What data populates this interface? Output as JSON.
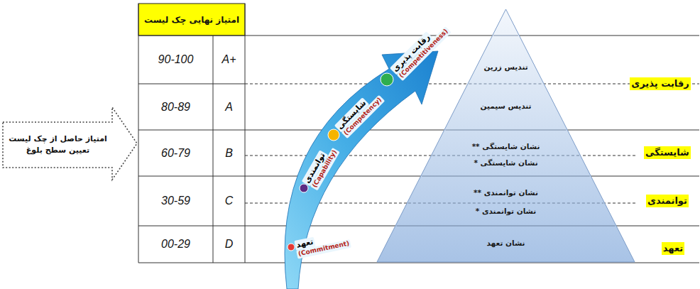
{
  "diagram": {
    "nodes": [
      {
        "text": [
          "امتیاز حاصل از چک لیست تعیین سطح بلوغ"
        ]
      },
      {
        "text": [
          "تندیس زرین",
          "تندیس سیمین",
          "نشان شایستگی **",
          "نشان شایستگی *",
          "نشان توانمندی **",
          "نشان توانمندی *",
          "نشان تعهد"
        ]
      }
    ],
    "labels": [
      "امتیاز نهایی چک لیست",
      "90-100",
      "A+",
      "80-89",
      "A",
      "60-79",
      "B",
      "30-59",
      "C",
      "00-29",
      "D",
      "رقابت پذیری",
      "(Competitiveness)",
      "شایستگی",
      "(Competency)",
      "توانمندی",
      "(Capability)",
      "تعهد",
      "(Commitment)",
      "رقابت پذیری",
      "شایستگی",
      "توانمندی",
      "تعهد"
    ]
  }
}
